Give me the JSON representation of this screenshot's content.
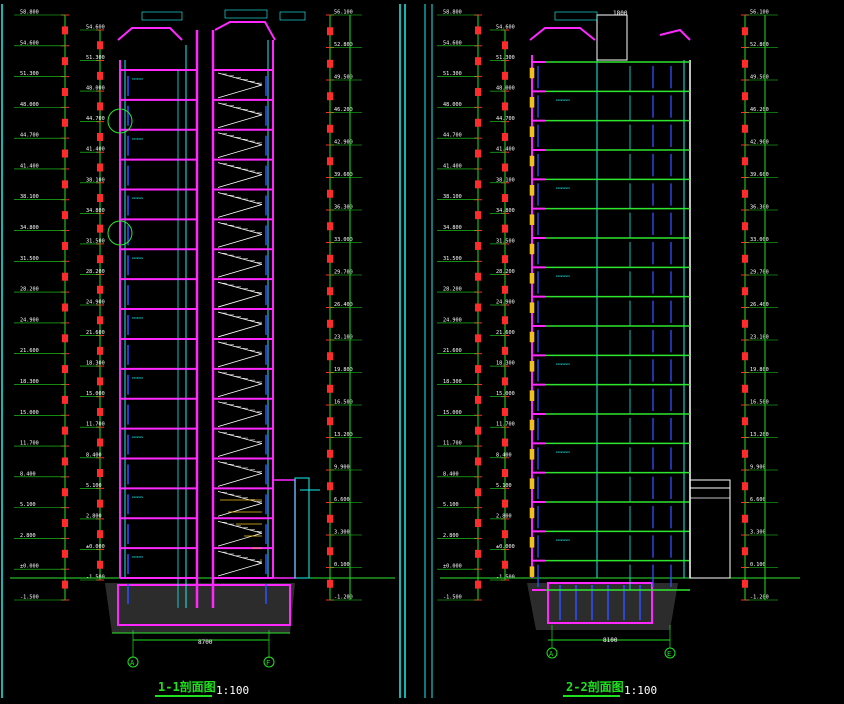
{
  "colors": {
    "background": "#000000",
    "frame": "#18f0f0",
    "wall": "#ff28ff",
    "floor_line": "#2ee62e",
    "dim_green": "#20e020",
    "dim_red": "#ff2a2a",
    "text_white": "#ffffff",
    "text_cyan": "#20ffff",
    "stair": "#ffffff",
    "window_blue": "#3050ff",
    "grid_axis": "#20e020",
    "stair_yellow": "#f0c020"
  },
  "sheets": [
    {
      "title": "1-1剖面图",
      "scale": "1:100",
      "axis_left": "A",
      "axis_right": "F",
      "bottom_dim": "8700"
    },
    {
      "title": "2-2剖面图",
      "scale": "1:100",
      "axis_left": "A",
      "axis_right": "E",
      "bottom_dim": "8100",
      "top_tag": "1800"
    }
  ],
  "elevations_left": [
    "58.800",
    "54.600",
    "51.300",
    "48.000",
    "44.700",
    "41.400",
    "38.100",
    "34.800",
    "31.500",
    "28.200",
    "24.900",
    "21.600",
    "18.300",
    "15.000",
    "11.700",
    "8.400",
    "5.100",
    "2.800",
    "±0.000",
    "-1.500"
  ],
  "elevations_right": [
    "56.100",
    "52.800",
    "49.500",
    "46.200",
    "42.900",
    "39.600",
    "36.300",
    "33.000",
    "29.700",
    "26.400",
    "23.100",
    "19.800",
    "16.500",
    "13.200",
    "9.900",
    "6.600",
    "3.300",
    "0.100",
    "-1.200"
  ]
}
